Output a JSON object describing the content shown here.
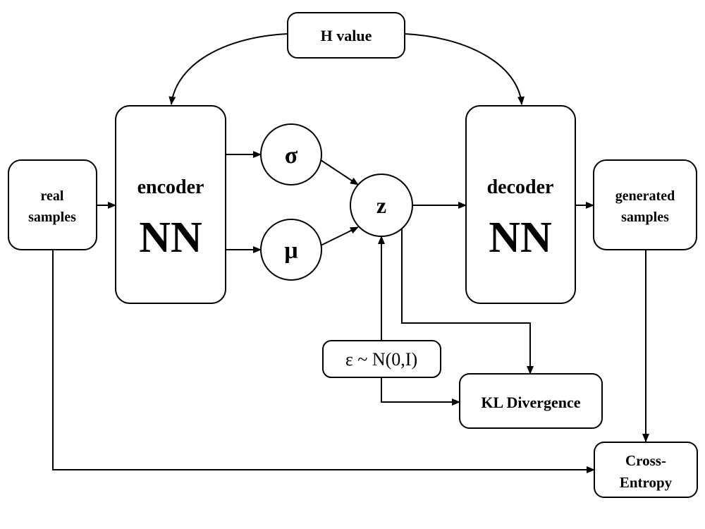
{
  "diagram": {
    "nodes": {
      "h_value": {
        "label": "H value"
      },
      "real_samples": {
        "line1": "real",
        "line2": "samples"
      },
      "encoder": {
        "title": "encoder",
        "sub": "NN"
      },
      "sigma": {
        "label": "σ"
      },
      "mu": {
        "label": "μ"
      },
      "z": {
        "label": "z"
      },
      "decoder": {
        "title": "decoder",
        "sub": "NN"
      },
      "generated_samples": {
        "line1": "generated",
        "line2": "samples"
      },
      "epsilon": {
        "label": "ε ~ N(0,I)"
      },
      "kl_divergence": {
        "label": "KL Divergence"
      },
      "cross_entropy": {
        "line1": "Cross-",
        "line2": "Entropy"
      }
    },
    "edges": [
      {
        "from": "H value",
        "to": "encoder"
      },
      {
        "from": "H value",
        "to": "decoder"
      },
      {
        "from": "real samples",
        "to": "encoder"
      },
      {
        "from": "encoder",
        "to": "σ"
      },
      {
        "from": "encoder",
        "to": "μ"
      },
      {
        "from": "σ",
        "to": "z"
      },
      {
        "from": "μ",
        "to": "z"
      },
      {
        "from": "z",
        "to": "decoder"
      },
      {
        "from": "decoder",
        "to": "generated samples"
      },
      {
        "from": "ε ~ N(0,I)",
        "to": "z"
      },
      {
        "from": "z",
        "to": "KL Divergence"
      },
      {
        "from": "ε ~ N(0,I)",
        "to": "KL Divergence"
      },
      {
        "from": "generated samples",
        "to": "Cross-Entropy"
      },
      {
        "from": "real samples",
        "to": "Cross-Entropy"
      }
    ],
    "colors": {
      "stroke": "#000000",
      "fill": "#ffffff"
    }
  }
}
